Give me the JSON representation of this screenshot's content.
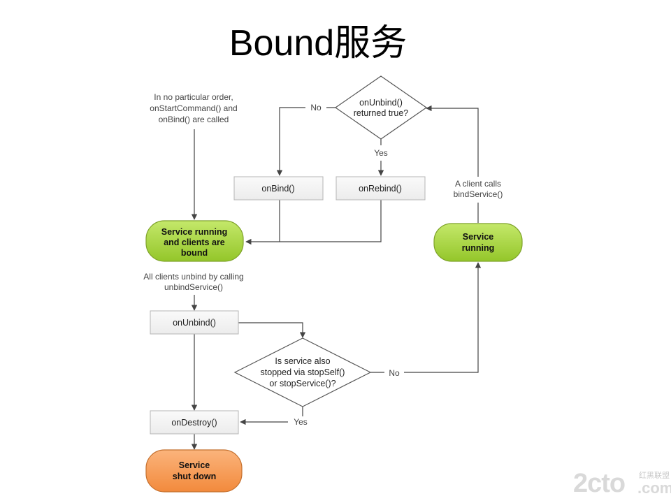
{
  "slide": {
    "title": "Bound服务"
  },
  "diagram": {
    "notes": {
      "start_line1": "In no particular order,",
      "start_line2": "onStartCommand() and",
      "start_line3": "onBind() are called",
      "unbind_all_line1": "All clients unbind by calling",
      "unbind_all_line2": "unbindService()",
      "client_calls_line1": "A client calls",
      "client_calls_line2": "bindService()"
    },
    "decisions": {
      "onunbind_line1": "onUnbind()",
      "onunbind_line2": "returned true?",
      "stopped_line1": "Is service also",
      "stopped_line2": "stopped via stopSelf()",
      "stopped_line3": "or stopService()?"
    },
    "boxes": {
      "onbind": "onBind()",
      "onrebind": "onRebind()",
      "onunbind": "onUnbind()",
      "ondestroy": "onDestroy()"
    },
    "states": {
      "bound_line1": "Service running",
      "bound_line2": "and clients are",
      "bound_line3": "bound",
      "running_line1": "Service",
      "running_line2": "running",
      "shutdown_line1": "Service",
      "shutdown_line2": "shut down"
    },
    "edge_labels": {
      "no_top": "No",
      "yes_top": "Yes",
      "no_right": "No",
      "yes_bottom": "Yes"
    },
    "colors": {
      "state_green": "#a8d63c",
      "state_orange": "#f79a50",
      "box_fill": "#f3f3f3",
      "line": "#444444"
    }
  },
  "watermark": {
    "brand": "2cto",
    "brand_cn": "红黑联盟",
    "suffix": ".com"
  }
}
